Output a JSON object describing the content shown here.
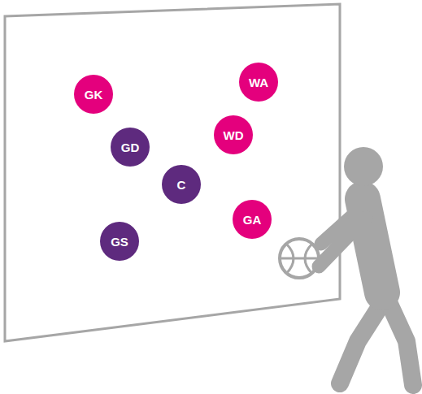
{
  "diagram": {
    "nodes": [
      {
        "text": [
          "GK"
        ]
      },
      {
        "text": [
          "WA"
        ]
      },
      {
        "text": [
          "GD"
        ]
      },
      {
        "text": [
          "WD"
        ]
      },
      {
        "text": [
          "C"
        ]
      },
      {
        "text": [
          "GA"
        ]
      },
      {
        "text": [
          "GS"
        ]
      }
    ]
  }
}
